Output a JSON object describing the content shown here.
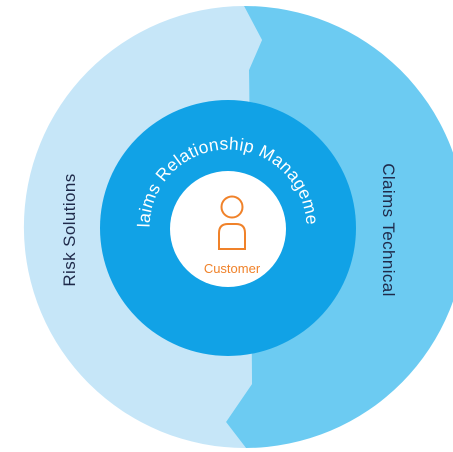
{
  "diagram": {
    "left_segment_label": "Risk Solutions",
    "right_segment_label": "Claims Technical",
    "ring_label": "Claims Relationship Management",
    "center_label": "Customer",
    "center_icon": "person-outline-icon"
  },
  "colors": {
    "outer_left": "#c6e6f8",
    "outer_right": "#6ccbf2",
    "ring": "#11a2e6",
    "center": "#ffffff",
    "outer_text": "#1f2a4a",
    "ring_text": "#ffffff",
    "accent": "#f0822a"
  }
}
